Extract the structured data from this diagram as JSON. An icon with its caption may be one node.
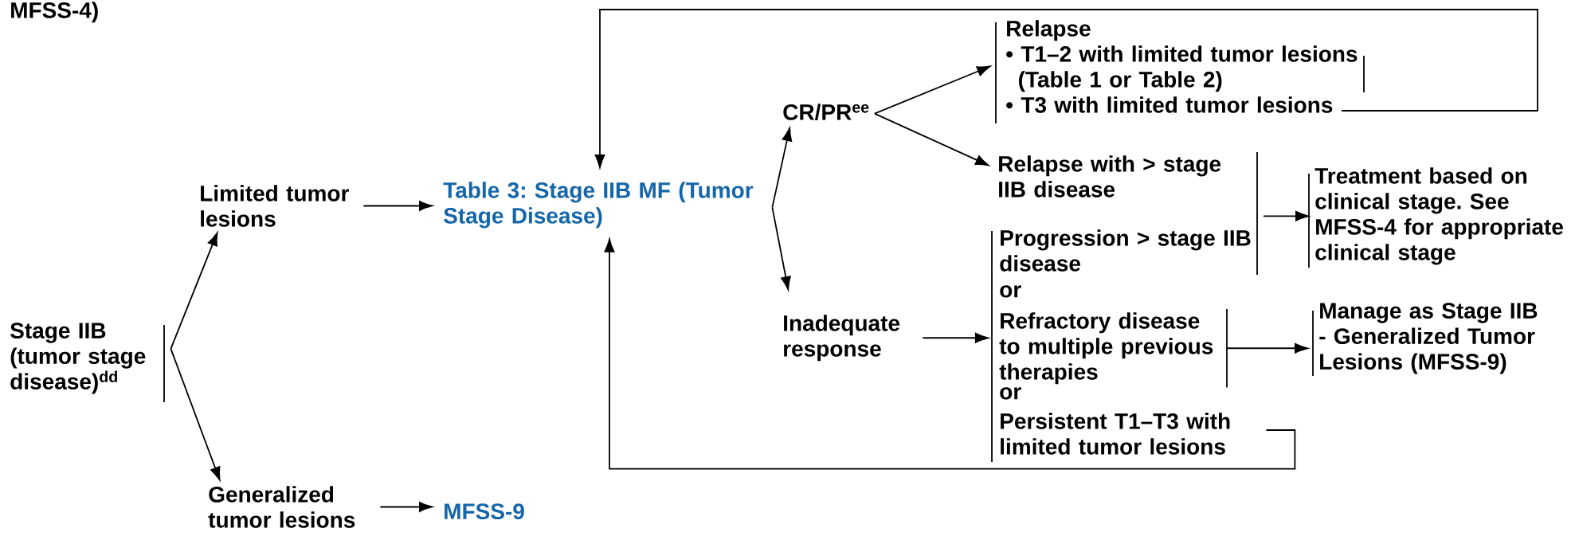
{
  "diagram": {
    "nodes": [
      {
        "text": [
          "Stage IIB (tumor stage disease)$^{dd}$"
        ]
      },
      {
        "text": [
          "Limited tumor lesions"
        ]
      },
      {
        "text": [
          "Generalized tumor lesions"
        ]
      },
      {
        "text": [
          "MFSS-9"
        ]
      },
      {
        "text": [
          "Table 3: Stage IIB MF (Tumor Stage Disease)"
        ]
      },
      {
        "text": [
          "CR/PR$^{ee}$"
        ]
      },
      {
        "text": [
          "Inadequate response"
        ]
      },
      {
        "text": [
          "Relapse",
          "• T1–2 with limited tumor lesions (Table 1 or Table 2)",
          "• T3 with limited tumor lesions"
        ]
      },
      {
        "text": [
          "Relapse with > stage IIB disease"
        ]
      },
      {
        "text": [
          "Progression > stage IIB disease"
        ]
      },
      {
        "text": [
          "Refractory disease to multiple previous therapies"
        ]
      },
      {
        "text": [
          "Persistent T1–T3 with limited tumor lesions"
        ]
      },
      {
        "text": [
          "Treatment based on clinical stage. See MFSS-4 for appropriate clinical stage"
        ]
      },
      {
        "text": [
          "Manage as Stage IIB - Generalized Tumor Lesions (MFSS-9)"
        ]
      },
      {
        "text": [],
        "shape": "bar"
      }
    ],
    "edges": [
      {
        "from": 0,
        "to": 1,
        "arrow": "to"
      },
      {
        "from": 0,
        "to": 2,
        "arrow": "to"
      },
      {
        "from": 1,
        "to": 4,
        "arrow": "to"
      },
      {
        "from": 2,
        "to": 3,
        "arrow": "to"
      },
      {
        "from": 4,
        "to": 5,
        "arrow": "to"
      },
      {
        "from": 4,
        "to": 6,
        "arrow": "to"
      },
      {
        "from": 5,
        "to": 7,
        "arrow": "to"
      },
      {
        "from": 5,
        "to": 8,
        "arrow": "to"
      },
      {
        "from": 6,
        "to": 14,
        "arrow": "to"
      },
      {
        "from": 8,
        "to": 12,
        "arrow": "to"
      },
      {
        "from": 9,
        "to": 12,
        "arrow": "to"
      },
      {
        "from": 10,
        "to": 13,
        "arrow": "to"
      },
      {
        "from": 11,
        "to": 4,
        "arrow": "to"
      },
      {
        "from": 7,
        "to": 4,
        "arrow": "to"
      }
    ],
    "labels": [
      "MFSS-4)",
      "or",
      "or"
    ]
  }
}
